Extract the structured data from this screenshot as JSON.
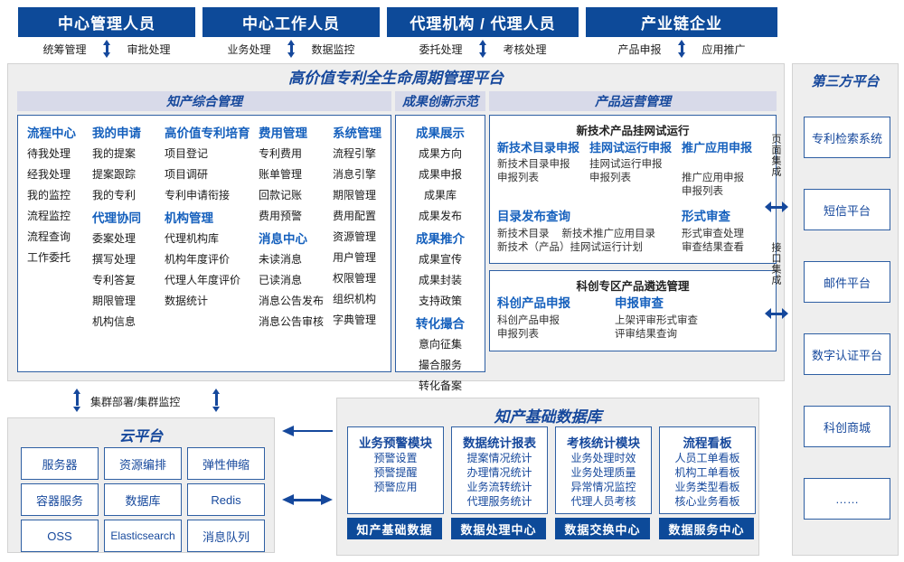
{
  "roles": [
    {
      "title": "中心管理人员",
      "left": "统筹管理",
      "right": "审批处理"
    },
    {
      "title": "中心工作人员",
      "left": "业务处理",
      "right": "数据监控"
    },
    {
      "title": "代理机构 / 代理人员",
      "left": "委托处理",
      "right": "考核处理"
    },
    {
      "title": "产业链企业",
      "left": "产品申报",
      "right": "应用推广"
    }
  ],
  "platform": {
    "title": "高价值专利全生命周期管理平台",
    "sections": {
      "comprehensive": {
        "band": "知产综合管理",
        "columns": [
          {
            "groups": [
              {
                "header": "流程中心",
                "items": [
                  "待我处理",
                  "经我处理",
                  "我的监控",
                  "流程监控",
                  "流程查询",
                  "工作委托"
                ]
              }
            ]
          },
          {
            "groups": [
              {
                "header": "我的申请",
                "items": [
                  "我的提案",
                  "提案跟踪",
                  "我的专利"
                ]
              },
              {
                "header": "代理协同",
                "items": [
                  "委案处理",
                  "撰写处理",
                  "专利答复",
                  "期限管理",
                  "机构信息"
                ]
              }
            ]
          },
          {
            "groups": [
              {
                "header": "高价值专利培育",
                "items": [
                  "项目登记",
                  "项目调研",
                  "专利申请衔接"
                ]
              },
              {
                "header": "机构管理",
                "items": [
                  "代理机构库",
                  "机构年度评价",
                  "代理人年度评价",
                  "数据统计"
                ]
              }
            ]
          },
          {
            "groups": [
              {
                "header": "费用管理",
                "items": [
                  "专利费用",
                  "账单管理",
                  "回款记账",
                  "费用预警"
                ]
              },
              {
                "header": "消息中心",
                "items": [
                  "未读消息",
                  "已读消息",
                  "消息公告发布",
                  "消息公告审核"
                ]
              }
            ]
          },
          {
            "groups": [
              {
                "header": "系统管理",
                "items": [
                  "流程引擎",
                  "消息引擎",
                  "期限管理",
                  "费用配置",
                  "资源管理",
                  "用户管理",
                  "权限管理",
                  "组织机构",
                  "字典管理"
                ]
              }
            ]
          }
        ]
      },
      "achievement": {
        "band": "成果创新示范",
        "groups": [
          {
            "header": "成果展示",
            "items": [
              "成果方向",
              "成果申报",
              "成果库",
              "成果发布"
            ]
          },
          {
            "header": "成果推介",
            "items": [
              "成果宣传",
              "成果封装",
              "支持政策"
            ]
          },
          {
            "header": "转化撮合",
            "items": [
              "意向征集",
              "撮合服务",
              "转化备案"
            ]
          }
        ]
      },
      "product": {
        "band": "产品运营管理",
        "block1": {
          "title": "新技术产品挂网试运行",
          "groups": [
            {
              "header": "新技术目录申报",
              "items": [
                "新技术目录申报",
                "申报列表"
              ]
            },
            {
              "header": "挂网试运行申报",
              "items": [
                "挂网试运行申报",
                "申报列表"
              ]
            },
            {
              "header": "推广应用申报",
              "items": [
                "推广应用申报",
                "申报列表"
              ]
            }
          ],
          "groups2": [
            {
              "header": "目录发布查询",
              "items": [
                "新技术目录",
                "新技术推广应用目录",
                "新技术（产品）挂网试运行计划"
              ]
            },
            {
              "header": "形式审查",
              "items": [
                "形式审查处理",
                "审查结果查看"
              ]
            }
          ]
        },
        "block2": {
          "title": "科创专区产品遴选管理",
          "groups": [
            {
              "header": "科创产品申报",
              "items": [
                "科创产品申报",
                "申报列表"
              ]
            },
            {
              "header": "申报审查",
              "items": [
                "上架评审形式审查",
                "评审结果查询"
              ]
            }
          ]
        }
      }
    }
  },
  "integration": {
    "page": "页面集成",
    "api": "接口集成"
  },
  "third_party": {
    "title": "第三方平台",
    "items": [
      "专利检索系统",
      "短信平台",
      "邮件平台",
      "数字认证平台",
      "科创商城",
      "……"
    ]
  },
  "cluster_label": "集群部署/集群监控",
  "cloud": {
    "title": "云平台",
    "items": [
      "服务器",
      "资源编排",
      "弹性伸缩",
      "容器服务",
      "数据库",
      "Redis",
      "OSS",
      "Elasticsearch",
      "消息队列"
    ]
  },
  "database": {
    "title": "知产基础数据库",
    "columns": [
      {
        "header": "业务预警模块",
        "items": [
          "预警设置",
          "预警提醒",
          "预警应用"
        ],
        "bar": "知产基础数据"
      },
      {
        "header": "数据统计报表",
        "items": [
          "提案情况统计",
          "办理情况统计",
          "业务流转统计",
          "代理服务统计"
        ],
        "bar": "数据处理中心"
      },
      {
        "header": "考核统计模块",
        "items": [
          "业务处理时效",
          "业务处理质量",
          "异常情况监控",
          "代理人员考核"
        ],
        "bar": "数据交换中心"
      },
      {
        "header": "流程看板",
        "items": [
          "人员工单看板",
          "机构工单看板",
          "业务类型看板",
          "核心业务看板"
        ],
        "bar": "数据服务中心"
      }
    ]
  },
  "colors": {
    "deep_blue": "#0d4a99",
    "band_lavender": "#d8dae9",
    "panel_grey": "#eeeeee",
    "border_blue": "#2e5fa3",
    "header_blue": "#1560bd"
  }
}
